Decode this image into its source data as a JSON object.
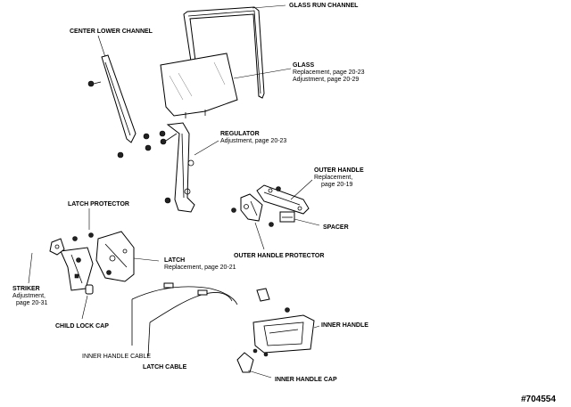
{
  "labels": {
    "glass_run_channel": "GLASS RUN CHANNEL",
    "center_lower_channel": "CENTER LOWER CHANNEL",
    "glass": {
      "title": "GLASS",
      "line1": "Replacement, page 20-23",
      "line2": "Adjustment, page 20-29"
    },
    "regulator": {
      "title": "REGULATOR",
      "line1": "Adjustment, page 20-23"
    },
    "outer_handle": {
      "title": "OUTER HANDLE",
      "line1": "Replacement,",
      "line2": "page 20-19"
    },
    "latch_protector": "LATCH PROTECTOR",
    "spacer": "SPACER",
    "outer_handle_protector": "OUTER HANDLE PROTECTOR",
    "latch": {
      "title": "LATCH",
      "line1": "Replacement, page 20-21"
    },
    "striker": {
      "title": "STRIKER",
      "line1": "Adjustment,",
      "line2": "page 20-31"
    },
    "child_lock_cap": "CHILD LOCK CAP",
    "inner_handle": "INNER HANDLE",
    "inner_handle_cable": "INNER HANDLE CABLE",
    "latch_cable": "LATCH CABLE",
    "inner_handle_cap": "INNER HANDLE CAP"
  },
  "figure_number": "#704554"
}
